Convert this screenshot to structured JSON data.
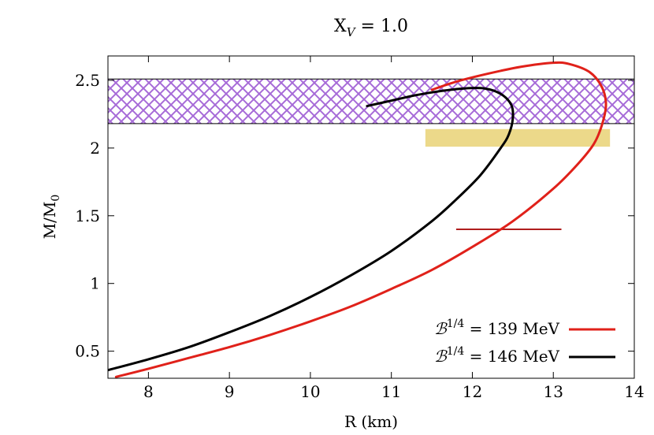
{
  "chart_data": {
    "type": "line",
    "title": "X_V = 1.0",
    "title_parts": {
      "base": "X",
      "sub": "V",
      "rest": " = 1.0"
    },
    "xlabel": "R (km)",
    "ylabel": "M/M0",
    "ylabel_parts": {
      "base": "M/M",
      "sub": "0"
    },
    "xlim": [
      7.5,
      14
    ],
    "ylim": [
      0.3,
      2.68
    ],
    "xticks": [
      8,
      9,
      10,
      11,
      12,
      13,
      14
    ],
    "xtick_labels": [
      "8",
      "9",
      "10",
      "11",
      "12",
      "13",
      "14"
    ],
    "yticks": [
      0.5,
      1,
      1.5,
      2,
      2.5
    ],
    "ytick_labels": [
      "0.5",
      "1",
      "1.5",
      "2",
      "2.5"
    ],
    "grid": false,
    "legend_position": "bottom-right",
    "series": [
      {
        "name": "ℬ^{1/4} = 139 MeV",
        "legend": {
          "base": "ℬ",
          "sup": "1/4",
          "rest": " = 139 MeV"
        },
        "color": "#e0211a",
        "x": [
          7.6,
          8.0,
          8.5,
          9.0,
          9.5,
          10.0,
          10.5,
          11.0,
          11.5,
          12.0,
          12.5,
          13.0,
          13.3,
          13.5,
          13.6,
          13.65,
          13.6,
          13.45,
          13.2,
          13.0,
          12.6,
          12.2,
          11.8,
          11.5
        ],
        "y": [
          0.31,
          0.37,
          0.45,
          0.53,
          0.62,
          0.72,
          0.83,
          0.96,
          1.1,
          1.27,
          1.46,
          1.7,
          1.88,
          2.03,
          2.17,
          2.32,
          2.45,
          2.56,
          2.62,
          2.63,
          2.6,
          2.55,
          2.49,
          2.43
        ]
      },
      {
        "name": "ℬ^{1/4} = 146 MeV",
        "legend": {
          "base": "ℬ",
          "sup": "1/4",
          "rest": " = 146 MeV"
        },
        "color": "#000000",
        "x": [
          7.5,
          8.0,
          8.5,
          9.0,
          9.5,
          10.0,
          10.5,
          11.0,
          11.5,
          11.8,
          12.1,
          12.35,
          12.45,
          12.5,
          12.48,
          12.35,
          12.15,
          11.9,
          11.6,
          11.3,
          11.0,
          10.7
        ],
        "y": [
          0.36,
          0.44,
          0.53,
          0.64,
          0.76,
          0.9,
          1.06,
          1.24,
          1.46,
          1.62,
          1.8,
          2.0,
          2.1,
          2.22,
          2.32,
          2.4,
          2.44,
          2.44,
          2.42,
          2.39,
          2.35,
          2.31
        ]
      }
    ],
    "bands": [
      {
        "type": "hatched",
        "xrange": [
          7.5,
          14
        ],
        "yrange": [
          2.18,
          2.51
        ],
        "color": "#a66bd8"
      },
      {
        "type": "filled",
        "xrange": [
          11.42,
          13.7
        ],
        "yrange": [
          2.01,
          2.14
        ],
        "color": "#ecd98a"
      },
      {
        "type": "line",
        "xrange": [
          11.8,
          13.1
        ],
        "y": 1.4,
        "color": "#b01d1d"
      }
    ]
  }
}
